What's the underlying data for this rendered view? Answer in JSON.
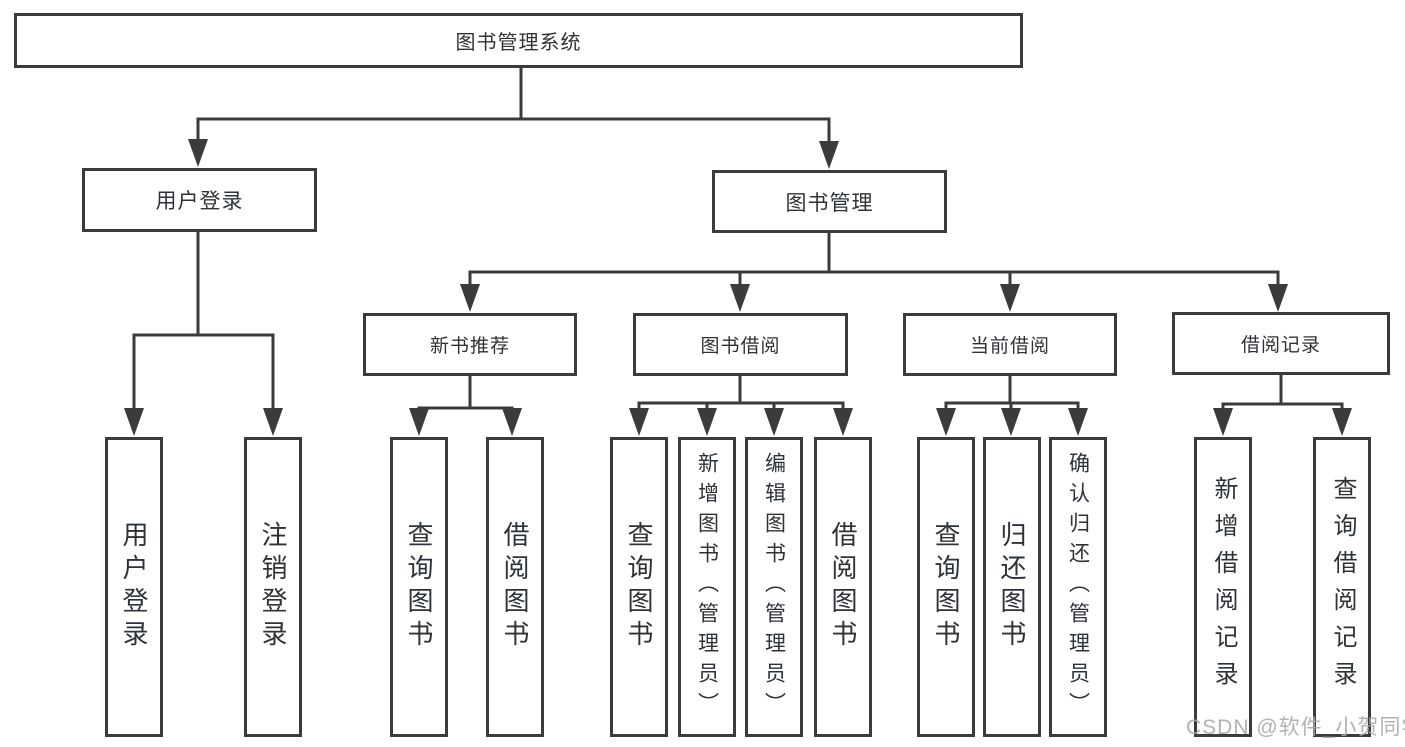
{
  "root": {
    "label": "图书管理系统"
  },
  "branches": [
    {
      "label": "用户登录",
      "leaves": [
        {
          "label": "用户登录"
        },
        {
          "label": "注销登录"
        }
      ]
    },
    {
      "label": "图书管理",
      "groups": [
        {
          "label": "新书推荐",
          "leaves": [
            {
              "label": "查询图书"
            },
            {
              "label": "借阅图书"
            }
          ]
        },
        {
          "label": "图书借阅",
          "leaves": [
            {
              "label": "查询图书"
            },
            {
              "label": "新增图书（管理员）"
            },
            {
              "label": "编辑图书（管理员）"
            },
            {
              "label": "借阅图书"
            }
          ]
        },
        {
          "label": "当前借阅",
          "leaves": [
            {
              "label": "查询图书"
            },
            {
              "label": "归还图书"
            },
            {
              "label": "确认归还（管理员）"
            }
          ]
        },
        {
          "label": "借阅记录",
          "leaves": [
            {
              "label": "新增借阅记录"
            },
            {
              "label": "查询借阅记录"
            }
          ]
        }
      ]
    }
  ],
  "watermark": "CSDN @软件_小贺同学",
  "colors": {
    "line": "#3b3b3b",
    "text": "#2e3338",
    "box_fill": "#ffffff",
    "watermark": "#aaaaaa"
  }
}
